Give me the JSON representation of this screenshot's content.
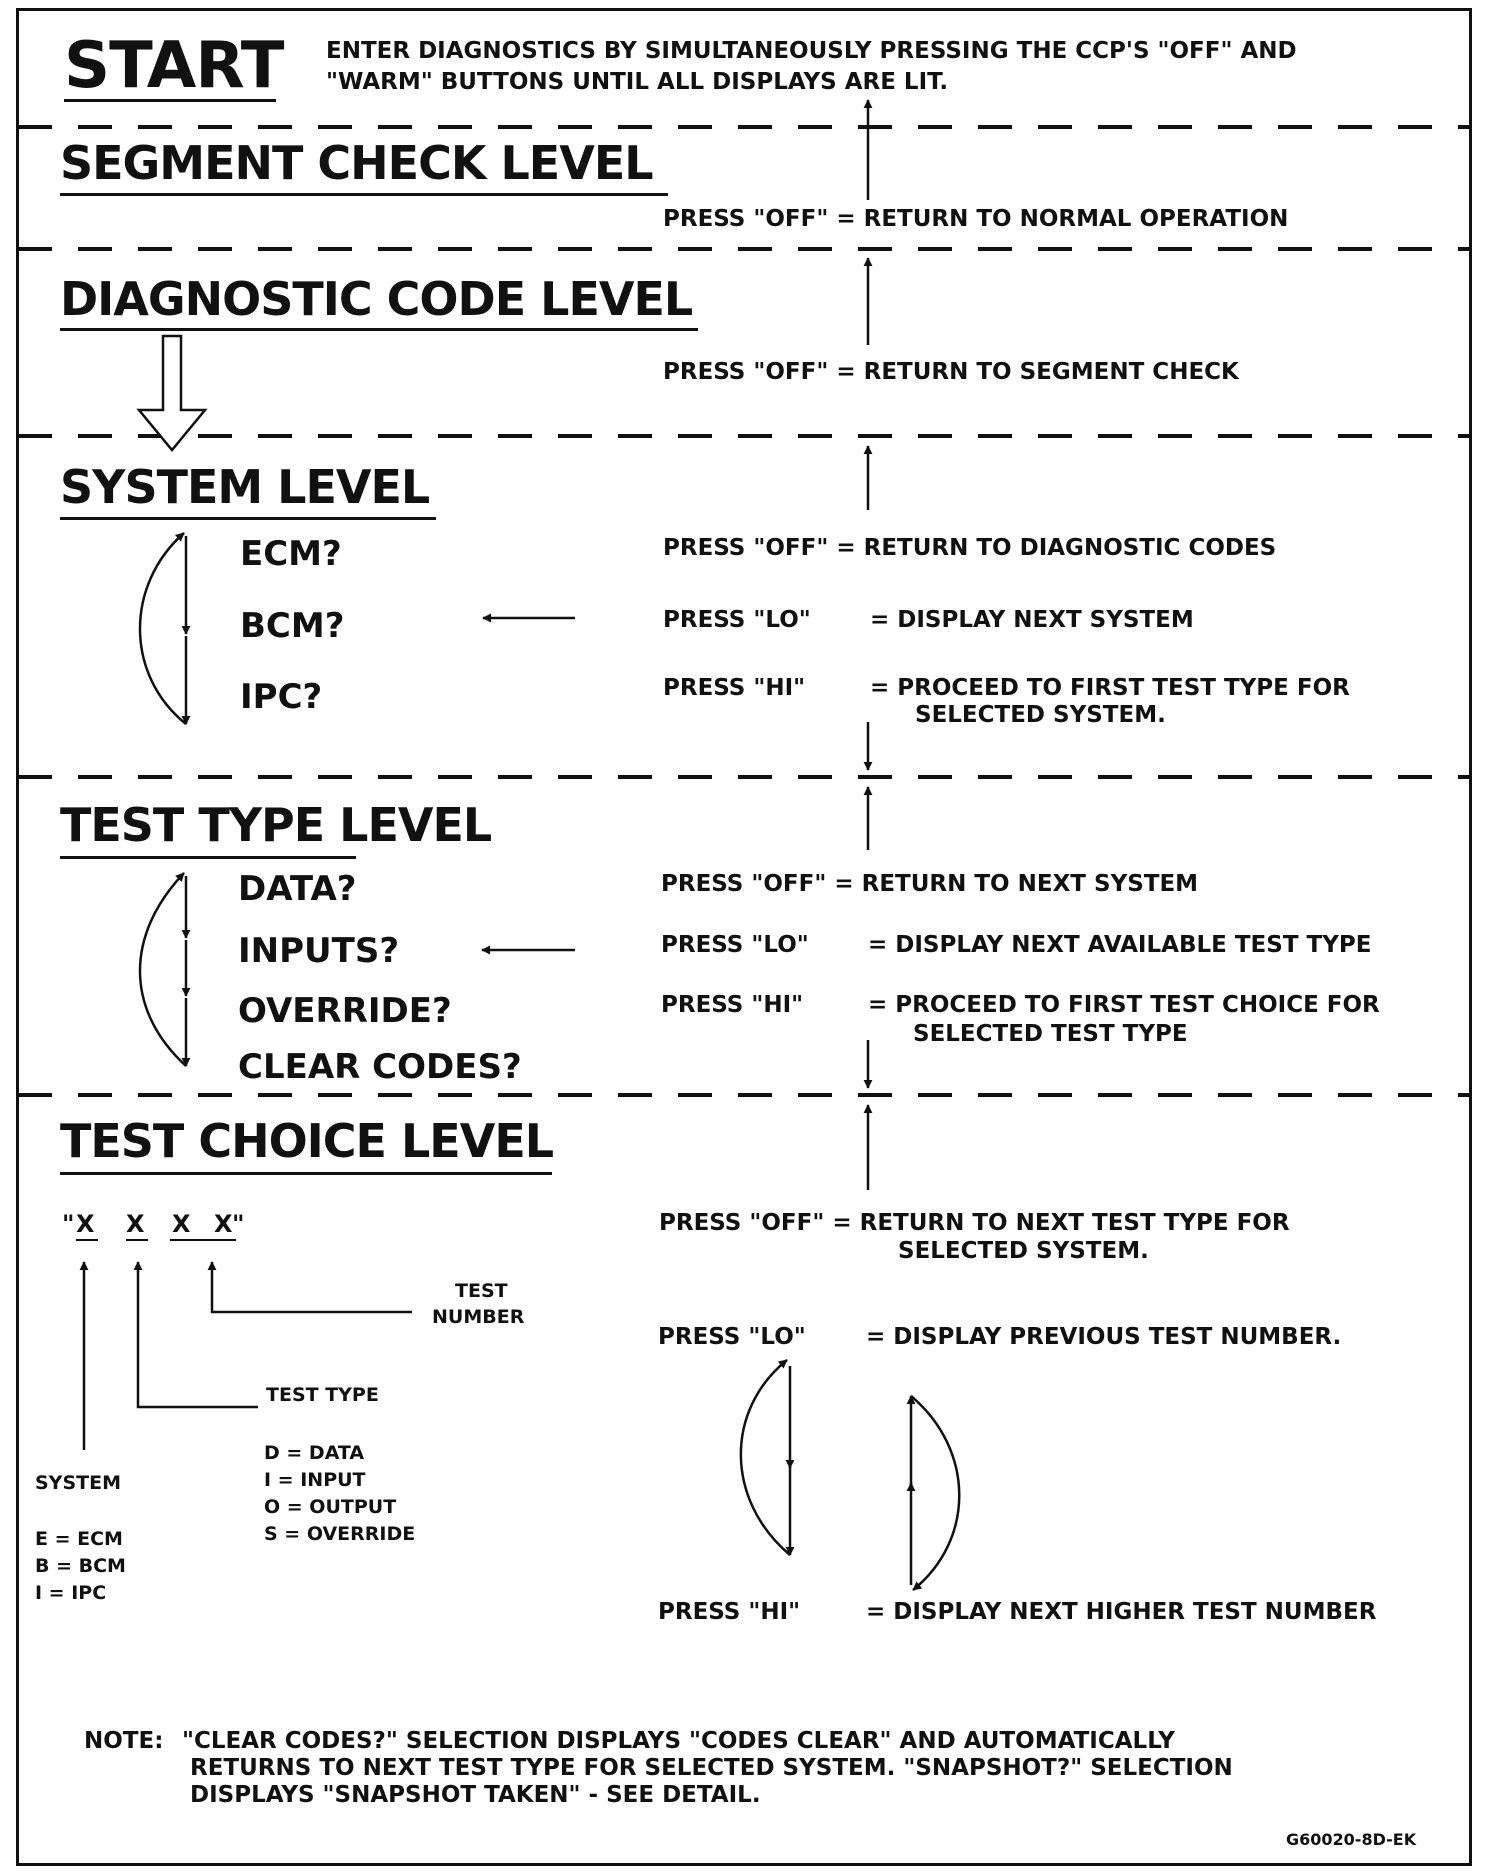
{
  "start": {
    "title": "START",
    "instruction_line1": "ENTER DIAGNOSTICS BY SIMULTANEOUSLY PRESSING THE CCP'S \"OFF\" AND",
    "instruction_line2": "\"WARM\" BUTTONS UNTIL ALL DISPLAYS ARE LIT."
  },
  "segment_check": {
    "title": "SEGMENT CHECK LEVEL",
    "off_action": "PRESS \"OFF\" = RETURN TO NORMAL OPERATION"
  },
  "diagnostic_code": {
    "title": "DIAGNOSTIC CODE LEVEL",
    "off_action": "PRESS \"OFF\" = RETURN TO SEGMENT CHECK"
  },
  "system_level": {
    "title": "SYSTEM LEVEL",
    "items": [
      "ECM?",
      "BCM?",
      "IPC?"
    ],
    "off_action": "PRESS \"OFF\" = RETURN TO DIAGNOSTIC CODES",
    "lo_key": "PRESS \"LO\"",
    "lo_action": "= DISPLAY NEXT SYSTEM",
    "hi_key": "PRESS \"HI\"",
    "hi_action_line1": "= PROCEED TO FIRST TEST TYPE FOR",
    "hi_action_line2": "SELECTED SYSTEM."
  },
  "test_type_level": {
    "title": "TEST TYPE LEVEL",
    "items": [
      "DATA?",
      "INPUTS?",
      "OVERRIDE?",
      "CLEAR CODES?"
    ],
    "off_action": "PRESS \"OFF\" = RETURN TO NEXT SYSTEM",
    "lo_key": "PRESS \"LO\"",
    "lo_action": "= DISPLAY NEXT AVAILABLE TEST TYPE",
    "hi_key": "PRESS \"HI\"",
    "hi_action_line1": "= PROCEED TO FIRST TEST CHOICE FOR",
    "hi_action_line2": "SELECTED TEST TYPE"
  },
  "test_choice_level": {
    "title": "TEST CHOICE LEVEL",
    "code_open_quote": "\"",
    "code_chars": [
      "X",
      "X",
      "X",
      "X"
    ],
    "code_close_quote": "\"",
    "test_number_line1": "TEST",
    "test_number_line2": "NUMBER",
    "test_type_label": "TEST TYPE",
    "test_type_legend": [
      "D = DATA",
      "I  = INPUT",
      "O = OUTPUT",
      "S = OVERRIDE"
    ],
    "system_label": "SYSTEM",
    "system_legend": [
      "E = ECM",
      "B = BCM",
      "I  = IPC"
    ],
    "off_action_line1": "PRESS \"OFF\" = RETURN TO NEXT TEST TYPE FOR",
    "off_action_line2": "SELECTED SYSTEM.",
    "lo_key": "PRESS \"LO\"",
    "lo_action": "= DISPLAY PREVIOUS TEST NUMBER.",
    "hi_key": "PRESS \"HI\"",
    "hi_action": "= DISPLAY NEXT HIGHER TEST NUMBER"
  },
  "note": {
    "label": "NOTE:",
    "line1": "\"CLEAR CODES?\" SELECTION DISPLAYS \"CODES CLEAR\" AND AUTOMATICALLY",
    "line2": "RETURNS TO NEXT TEST TYPE FOR SELECTED SYSTEM. \"SNAPSHOT?\" SELECTION",
    "line3": "DISPLAYS \"SNAPSHOT TAKEN\" - SEE DETAIL."
  },
  "figure_id": "G60020-8D-EK"
}
